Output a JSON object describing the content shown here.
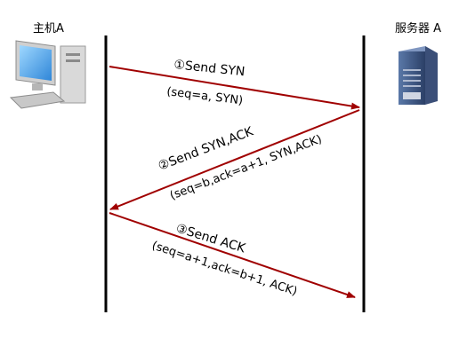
{
  "host": {
    "label": "主机A",
    "icon": "desktop-computer-icon"
  },
  "server": {
    "label": "服务器 A",
    "icon": "server-tower-icon"
  },
  "arrow_color": "#a00000",
  "steps": [
    {
      "marker": "①",
      "title": "Send SYN",
      "detail": "(seq=a, SYN)"
    },
    {
      "marker": "②",
      "title": "Send SYN,ACK",
      "detail": "(seq=b,ack=a+1, SYN,ACK)"
    },
    {
      "marker": "③",
      "title": "Send ACK",
      "detail": "(seq=a+1,ack=b+1, ACK)"
    }
  ]
}
